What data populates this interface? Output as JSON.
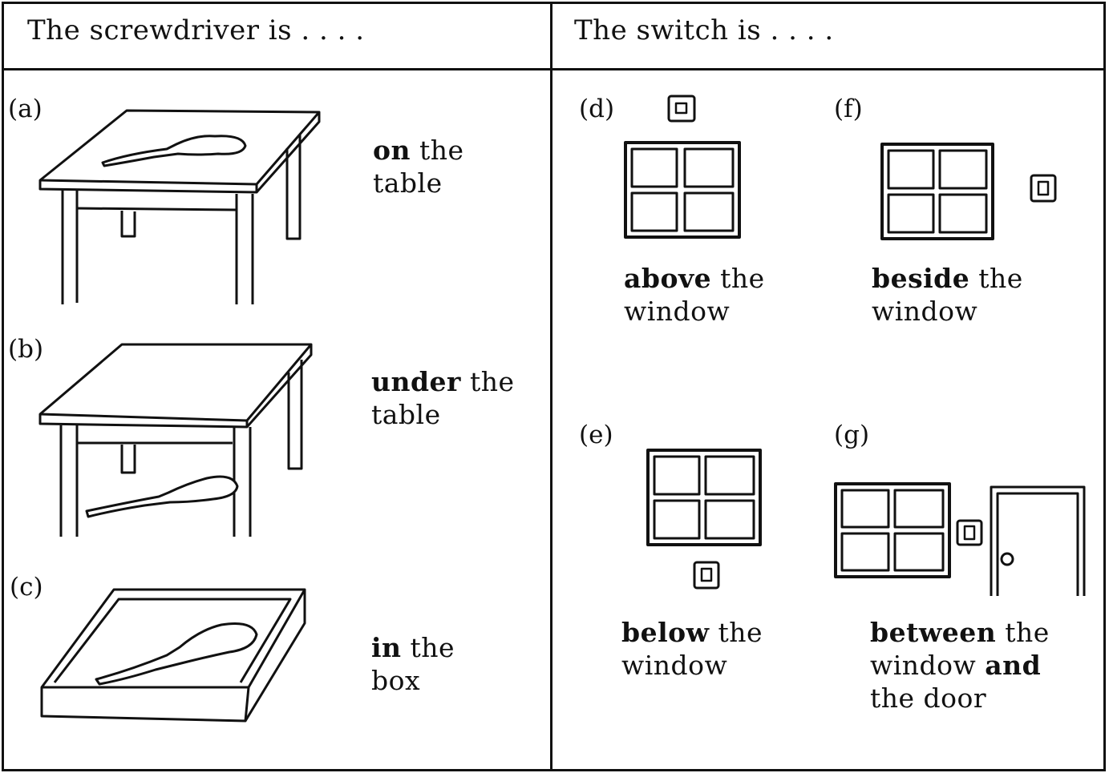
{
  "left_panel": {
    "header": "The screwdriver is . . . .",
    "items": [
      {
        "letter": "(a)",
        "bold": "on",
        "line1_rest": " the",
        "line2": "table",
        "icon": "screwdriver-on-table"
      },
      {
        "letter": "(b)",
        "bold": "under",
        "line1_rest": " the",
        "line2": "table",
        "icon": "screwdriver-under-table"
      },
      {
        "letter": "(c)",
        "bold": "in",
        "line1_rest": " the",
        "line2": "box",
        "icon": "screwdriver-in-box"
      }
    ]
  },
  "right_panel": {
    "header": "The switch is . . . .",
    "items": [
      {
        "letter": "(d)",
        "bold": "above",
        "line1_rest": " the",
        "line2": "window",
        "icon": "switch-above-window"
      },
      {
        "letter": "(f)",
        "bold": "beside",
        "line1_rest": " the",
        "line2": "window",
        "icon": "switch-beside-window"
      },
      {
        "letter": "(e)",
        "bold": "below",
        "line1_rest": " the",
        "line2": "window",
        "icon": "switch-below-window"
      },
      {
        "letter": "(g)",
        "bold": "between",
        "line1_rest": " the",
        "line2_text": "window ",
        "line2_bold": "and",
        "line3": "the door",
        "icon": "switch-between-window-and-door"
      }
    ]
  }
}
